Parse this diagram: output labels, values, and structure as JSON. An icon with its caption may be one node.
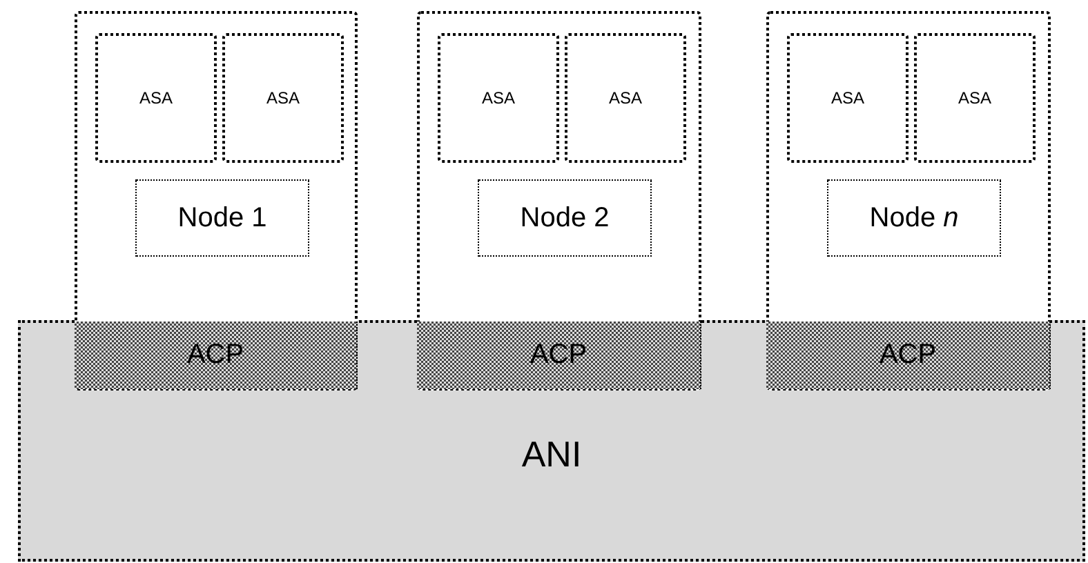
{
  "diagram": {
    "nodes": [
      {
        "text": [],
        "shape": "box"
      },
      {
        "text": [
          "ASA"
        ],
        "in": 0
      },
      {
        "text": [
          "ASA"
        ],
        "in": 0
      },
      {
        "text": [
          "Node 1"
        ],
        "in": 0
      },
      {
        "text": [],
        "shape": "box"
      },
      {
        "text": [
          "ASA"
        ],
        "in": 4
      },
      {
        "text": [
          "ASA"
        ],
        "in": 4
      },
      {
        "text": [
          "Node 2"
        ],
        "in": 4
      },
      {
        "text": [],
        "shape": "box"
      },
      {
        "text": [
          "ASA"
        ],
        "in": 8
      },
      {
        "text": [
          "ASA"
        ],
        "in": 8
      },
      {
        "text": [
          "Node *n*"
        ],
        "in": 8
      },
      {
        "text": [
          "ACP"
        ]
      },
      {
        "text": [
          "ACP"
        ]
      },
      {
        "text": [
          "ACP"
        ]
      },
      {
        "text": [
          "ANI"
        ]
      }
    ]
  }
}
